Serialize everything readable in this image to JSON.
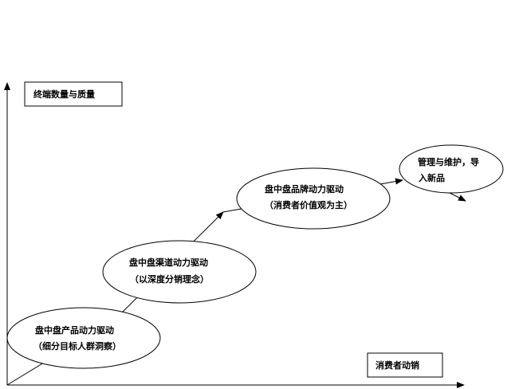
{
  "y_axis_label": "终端数量与质量",
  "x_axis_label": "消费者动销",
  "stages": [
    {
      "title": "盘中盘产品动力驱动",
      "subtitle": "（细分目标人群洞察）"
    },
    {
      "title": "盘中盘渠道动力驱动",
      "subtitle": "（以深度分销理念）"
    },
    {
      "title": "盘中盘品牌动力驱动",
      "subtitle": "（消费者价值观为主）"
    },
    {
      "title": "管理与维护，导",
      "subtitle": "入新品"
    }
  ],
  "colors": {
    "ink": "#000000",
    "background": "#ffffff"
  }
}
